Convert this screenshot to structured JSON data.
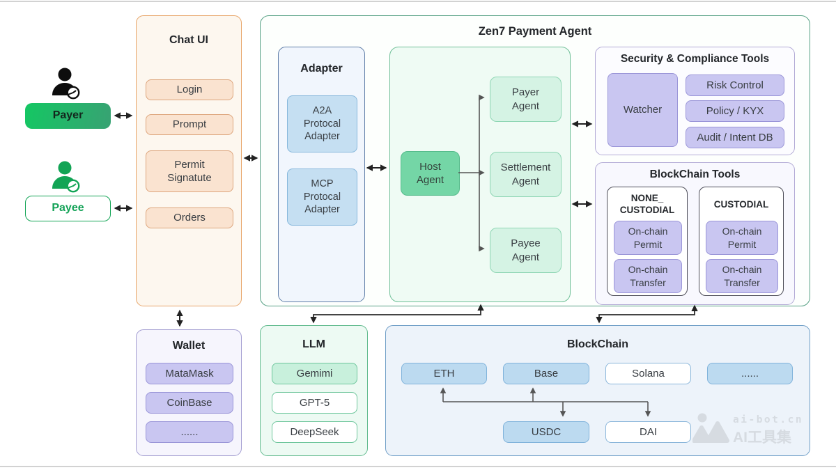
{
  "actors": {
    "payer": "Payer",
    "payee": "Payee"
  },
  "chat_ui": {
    "title": "Chat UI",
    "buttons": [
      "Login",
      "Prompt",
      "Permit Signatute",
      "Orders"
    ]
  },
  "zen7": {
    "title": "Zen7 Payment Agent",
    "adapter": {
      "title": "Adapter",
      "a2a": "A2A Protocal Adapter",
      "mcp": "MCP Protocal Adapter"
    },
    "agents": {
      "host": "Host Agent",
      "payer": "Payer Agent",
      "settlement": "Settlement Agent",
      "payee": "Payee Agent"
    },
    "security": {
      "title": "Security & Compliance Tools",
      "watcher": "Watcher",
      "items": [
        "Risk Control",
        "Policy / KYX",
        "Audit / Intent DB"
      ]
    },
    "bc_tools": {
      "title": "BlockChain Tools",
      "none_custodial": {
        "title": "NONE_ CUSTODIAL",
        "items": [
          "On-chain Permit",
          "On-chain Transfer"
        ]
      },
      "custodial": {
        "title": "CUSTODIAL",
        "items": [
          "On-chain Permit",
          "On-chain Transfer"
        ]
      }
    }
  },
  "wallet": {
    "title": "Wallet",
    "items": [
      "MataMask",
      "CoinBase",
      "......"
    ]
  },
  "llm": {
    "title": "LLM",
    "items": [
      "Gemimi",
      "GPT-5",
      "DeepSeek"
    ]
  },
  "blockchain": {
    "title": "BlockChain",
    "chains": [
      "ETH",
      "Base",
      "Solana",
      "......"
    ],
    "tokens": [
      "USDC",
      "DAI"
    ]
  },
  "watermark": {
    "line1": "ai-bot.cn",
    "line2": "AI工具集"
  },
  "colors": {
    "payer_gradient_start": "#14c763",
    "payer_gradient_end": "#38a273",
    "payee_green": "#12a455",
    "chat_orange_border": "#e7a468",
    "chat_bg": "#fdf7ef",
    "zen7_border": "#55a083",
    "adapter_border": "#5f7ea8",
    "agents_bg": "#effbf4",
    "purple_fill": "#c9c6f1",
    "blue_fill": "#bcdaf0",
    "arrow_dark": "#222222",
    "arrow_gray": "#555555"
  }
}
